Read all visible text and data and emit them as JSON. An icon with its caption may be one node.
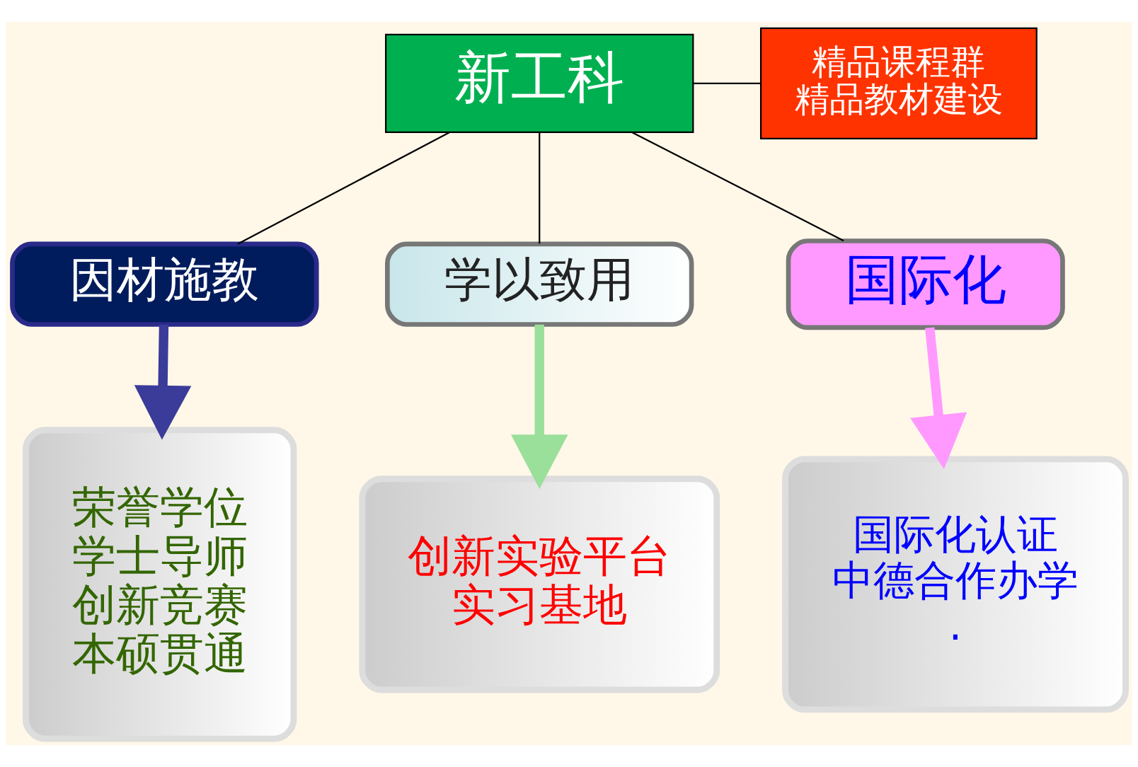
{
  "diagram": {
    "nodes": [
      {
        "text": [
          "新工科"
        ]
      },
      {
        "text": [
          "精品课程群",
          "精品教材建设"
        ]
      },
      {
        "text": [
          "因材施教"
        ]
      },
      {
        "text": [
          "学以致用"
        ]
      },
      {
        "text": [
          "国际化"
        ]
      },
      {
        "text": [
          "荣誉学位",
          "学士导师",
          "创新竞赛",
          "本硕贯通"
        ]
      },
      {
        "text": [
          "创新实验平台",
          "实习基地"
        ]
      },
      {
        "text": [
          "国际化认证",
          "中德合作办学",
          "."
        ]
      }
    ],
    "edges": [
      {
        "from": 0,
        "to": 1,
        "arrow": "none"
      },
      {
        "from": 0,
        "to": 2,
        "arrow": "none"
      },
      {
        "from": 0,
        "to": 3,
        "arrow": "none"
      },
      {
        "from": 0,
        "to": 4,
        "arrow": "none"
      },
      {
        "from": 2,
        "to": 5,
        "arrow": "to",
        "style": "thick",
        "color": "#3b3b9a"
      },
      {
        "from": 3,
        "to": 6,
        "arrow": "to",
        "style": "thick",
        "color": "#9adf9a"
      },
      {
        "from": 4,
        "to": 7,
        "arrow": "to",
        "style": "thick",
        "color": "#ff99ff"
      }
    ]
  }
}
